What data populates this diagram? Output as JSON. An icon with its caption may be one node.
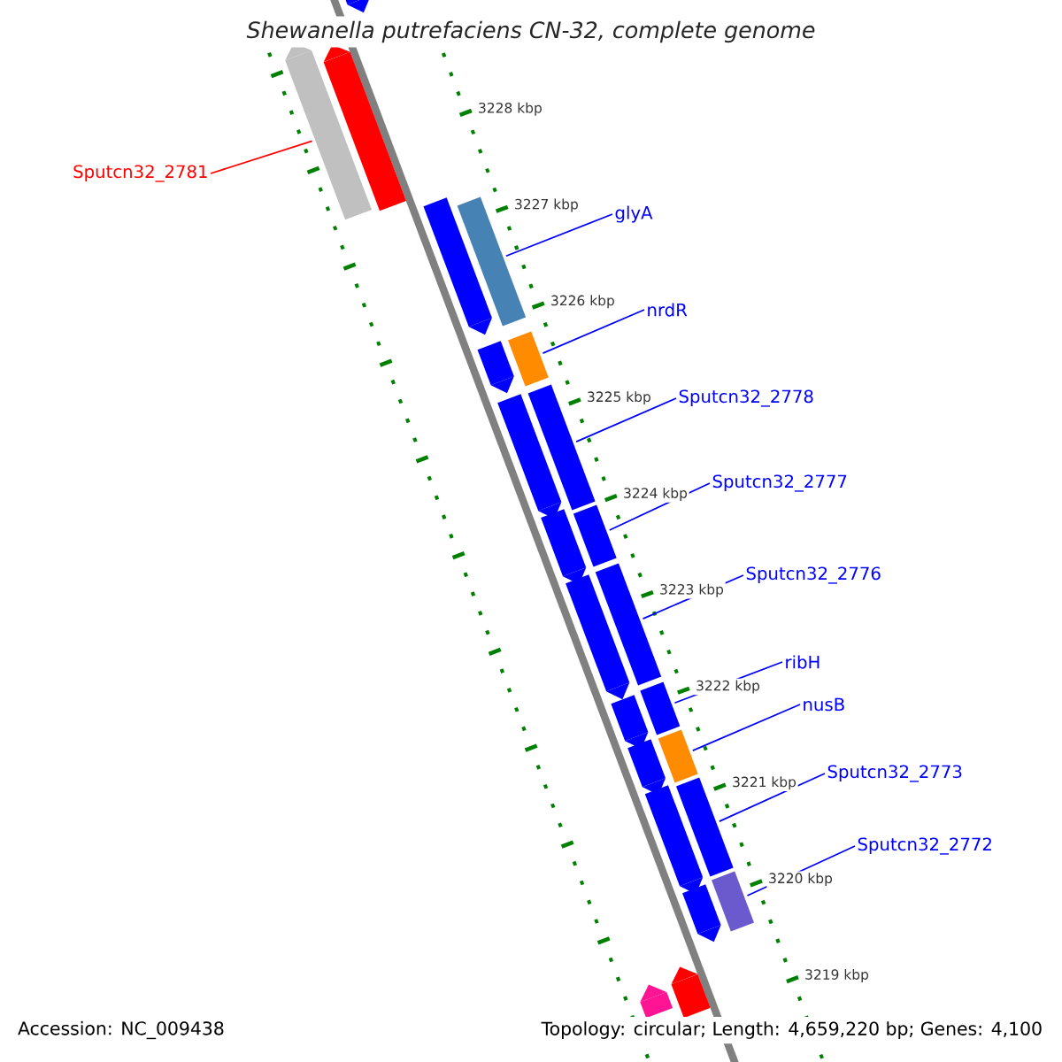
{
  "diagram": {
    "title": "Shewanella putrefaciens CN-32, complete genome",
    "nodes": [
      {
        "text": [
          "Sputcn32_2781"
        ]
      },
      {
        "text": [],
        "shape": "bar"
      },
      {
        "text": [
          "glyA"
        ]
      },
      {
        "text": [],
        "shape": "bar"
      },
      {
        "text": [
          "nrdR"
        ]
      },
      {
        "text": [],
        "shape": "bar"
      },
      {
        "text": [
          "Sputcn32_2778"
        ]
      },
      {
        "text": [],
        "shape": "bar"
      },
      {
        "text": [
          "Sputcn32_2777"
        ]
      },
      {
        "text": [],
        "shape": "bar"
      },
      {
        "text": [
          "Sputcn32_2776"
        ]
      },
      {
        "text": [],
        "shape": "bar"
      },
      {
        "text": [
          "ribH"
        ]
      },
      {
        "text": [],
        "shape": "bar"
      },
      {
        "text": [
          "nusB"
        ]
      },
      {
        "text": [],
        "shape": "bar"
      },
      {
        "text": [
          "Sputcn32_2773"
        ]
      },
      {
        "text": [],
        "shape": "bar"
      },
      {
        "text": [
          "Sputcn32_2772"
        ]
      },
      {
        "text": [],
        "shape": "bar"
      },
      {
        "text": [],
        "shape": "bar"
      },
      {
        "text": [],
        "shape": "bar"
      },
      {
        "text": [],
        "shape": "bar"
      },
      {
        "text": [],
        "shape": "bar"
      },
      {
        "text": [],
        "shape": "bar"
      },
      {
        "text": [],
        "shape": "bar"
      },
      {
        "text": [],
        "shape": "bar"
      },
      {
        "text": [],
        "shape": "bar"
      },
      {
        "text": [],
        "shape": "bar"
      },
      {
        "text": [],
        "shape": "bar"
      },
      {
        "text": [],
        "shape": "bar"
      },
      {
        "text": [],
        "shape": "bar"
      },
      {
        "text": [],
        "shape": "bar"
      }
    ],
    "edges": [
      {
        "from": 0,
        "to": 1,
        "arrow": "none",
        "color": "#ff0000"
      },
      {
        "from": 2,
        "to": 3,
        "arrow": "none"
      },
      {
        "from": 4,
        "to": 5,
        "arrow": "none"
      },
      {
        "from": 6,
        "to": 7,
        "arrow": "none"
      },
      {
        "from": 8,
        "to": 9,
        "arrow": "none"
      },
      {
        "from": 10,
        "to": 11,
        "arrow": "none"
      },
      {
        "from": 12,
        "to": 13,
        "arrow": "none"
      },
      {
        "from": 14,
        "to": 15,
        "arrow": "none"
      },
      {
        "from": 16,
        "to": 17,
        "arrow": "none"
      },
      {
        "from": 18,
        "to": 19,
        "arrow": "none"
      }
    ],
    "labels": [
      "3228 kbp",
      "3227 kbp",
      "3226 kbp",
      "3225 kbp",
      "3224 kbp",
      "3223 kbp",
      "3222 kbp",
      "3221 kbp",
      "3220 kbp",
      "3219 kbp",
      "Accession: NC_009438",
      "Topology: circular; Length: 4,659,220 bp; Genes: 4,100"
    ]
  }
}
